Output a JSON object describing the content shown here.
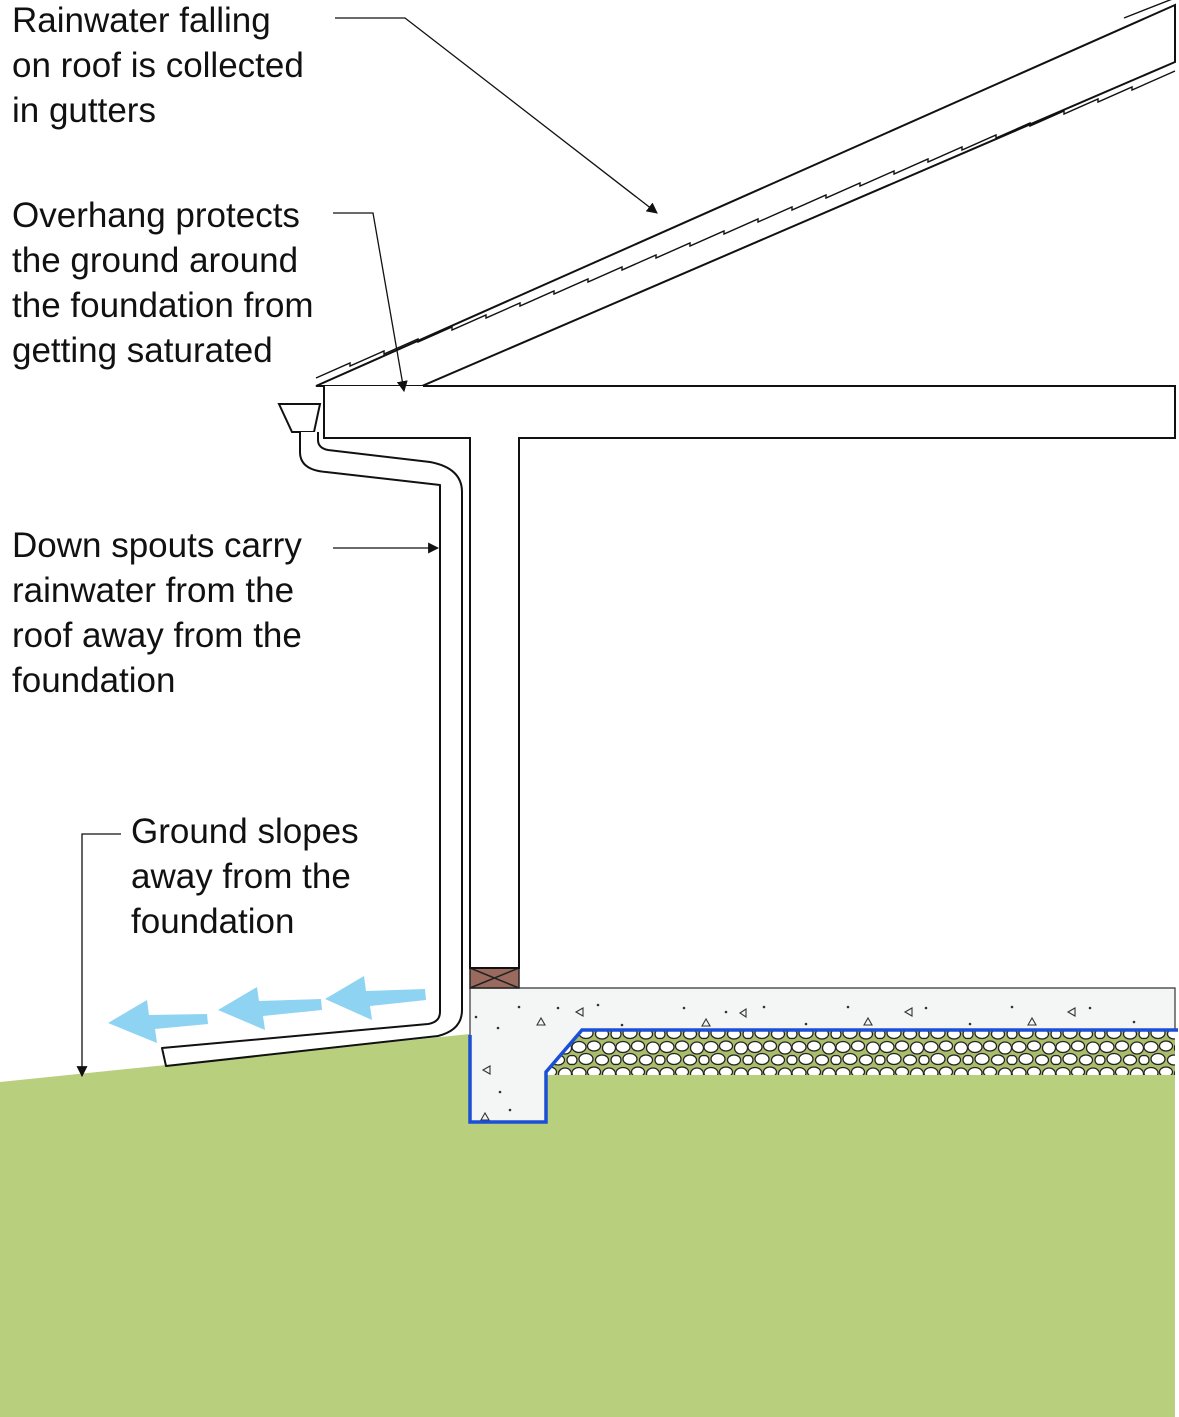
{
  "labels": {
    "rainwater": [
      "Rainwater falling",
      "on roof is collected",
      "in gutters"
    ],
    "overhang": [
      "Overhang protects",
      "the ground around",
      "the foundation from",
      "getting saturated"
    ],
    "downspout": [
      "Down spouts carry",
      "rainwater from the",
      "roof away from the",
      "foundation"
    ],
    "ground": [
      "Ground slopes",
      "away from the",
      "foundation"
    ]
  },
  "colors": {
    "ground": "#b8cf7e",
    "gravel_fill": "#aabd6a",
    "gravel_stone": "#ffffff",
    "concrete": "#f4f6f6",
    "vapor_barrier": "#1a4fd6",
    "water_arrow": "#8fd3f3",
    "sill_plate": "#9a6a5e",
    "outline": "#111111"
  }
}
